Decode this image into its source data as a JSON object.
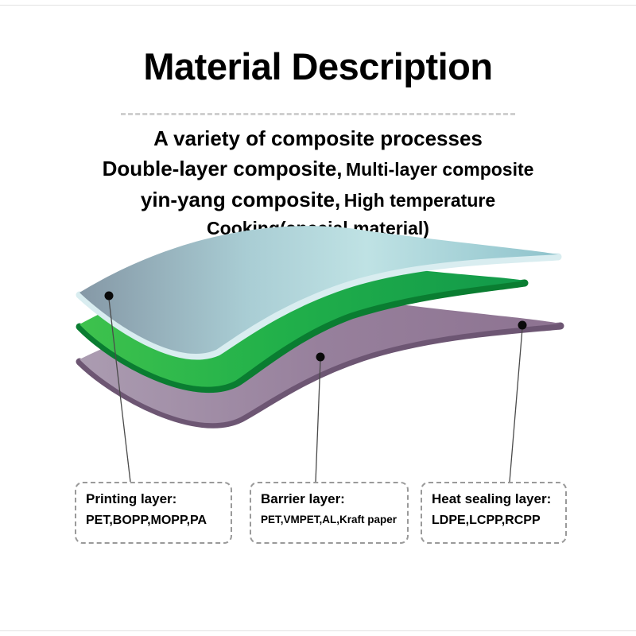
{
  "header": {
    "title": "Material Description",
    "subtitle": {
      "line1": "A variety of composite processes",
      "line2a": "Double-layer composite,",
      "line2b": "Multi-layer composite",
      "line3a": "yin-yang composite,",
      "line3b": "High temperature",
      "line4": "Cooking(special material)"
    }
  },
  "diagram": {
    "layers": [
      {
        "name": "printing-layer-sheet",
        "color_left": "#8598a6",
        "color_mid": "#bfe2e4",
        "color_right": "#8fc3cc",
        "edge_color": "#d9edf0"
      },
      {
        "name": "barrier-layer-sheet",
        "color_left": "#3ec24d",
        "color_mid": "#21b04a",
        "color_right": "#12994a",
        "edge_color": "#0a7d31"
      },
      {
        "name": "heat-sealing-layer-sheet",
        "color_left": "#ab9cb1",
        "color_mid": "#97809c",
        "color_right": "#8d7391",
        "edge_color": "#6d5673"
      }
    ],
    "dot_color": "#0a0a0a",
    "leader_line_color": "#4a4a4a"
  },
  "callouts": [
    {
      "title": "Printing layer:",
      "materials": "PET,BOPP,MOPP,PA"
    },
    {
      "title": "Barrier layer:",
      "materials": "PET,VMPET,AL,Kraft paper"
    },
    {
      "title": "Heat sealing layer:",
      "materials": "LDPE,LCPP,RCPP"
    }
  ]
}
